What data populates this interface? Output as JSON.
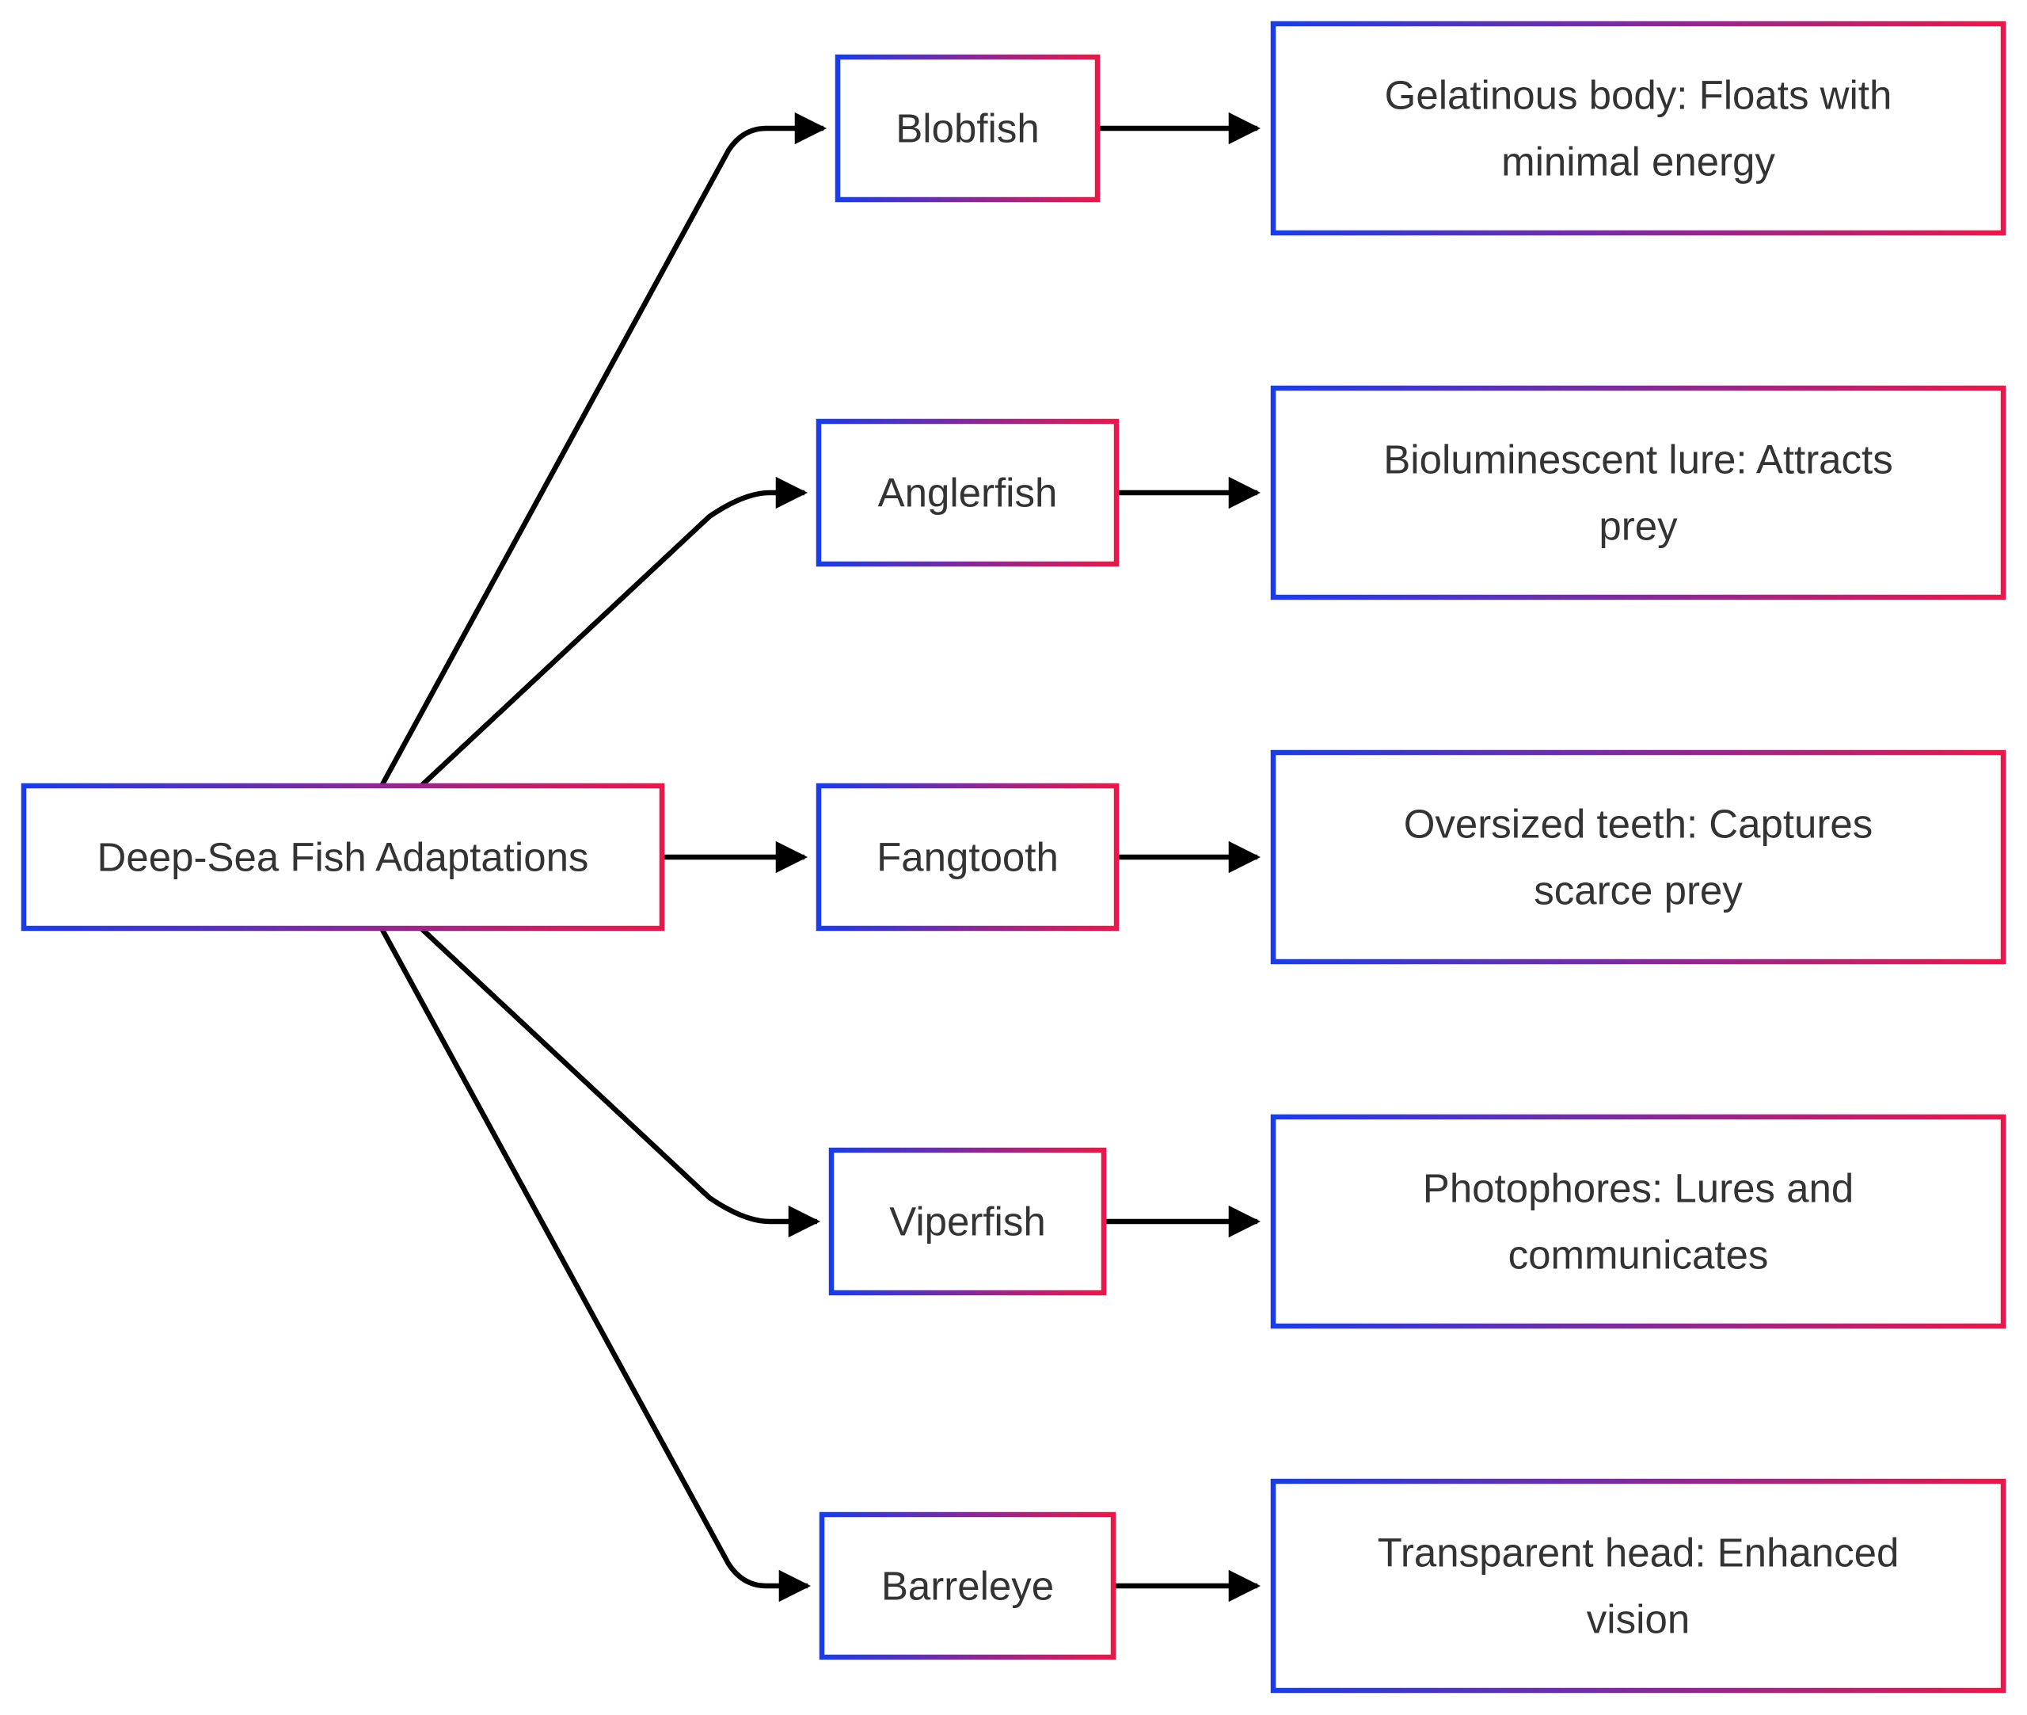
{
  "diagram": {
    "colors": {
      "border_start": "#1a3ce8",
      "border_end": "#e8194a",
      "edge": "#000000",
      "text": "#333333"
    },
    "root": {
      "label": "Deep-Sea Fish Adaptations"
    },
    "fish": [
      {
        "label": "Blobfish"
      },
      {
        "label": "Anglerfish"
      },
      {
        "label": "Fangtooth"
      },
      {
        "label": "Viperfish"
      },
      {
        "label": "Barreleye"
      }
    ],
    "adaptations": [
      {
        "line1": "Gelatinous body: Floats with",
        "line2": "minimal energy"
      },
      {
        "line1": "Bioluminescent lure: Attracts",
        "line2": "prey"
      },
      {
        "line1": "Oversized teeth: Captures",
        "line2": "scarce prey"
      },
      {
        "line1": "Photophores: Lures and",
        "line2": "communicates"
      },
      {
        "line1": "Transparent head: Enhanced",
        "line2": "vision"
      }
    ]
  }
}
